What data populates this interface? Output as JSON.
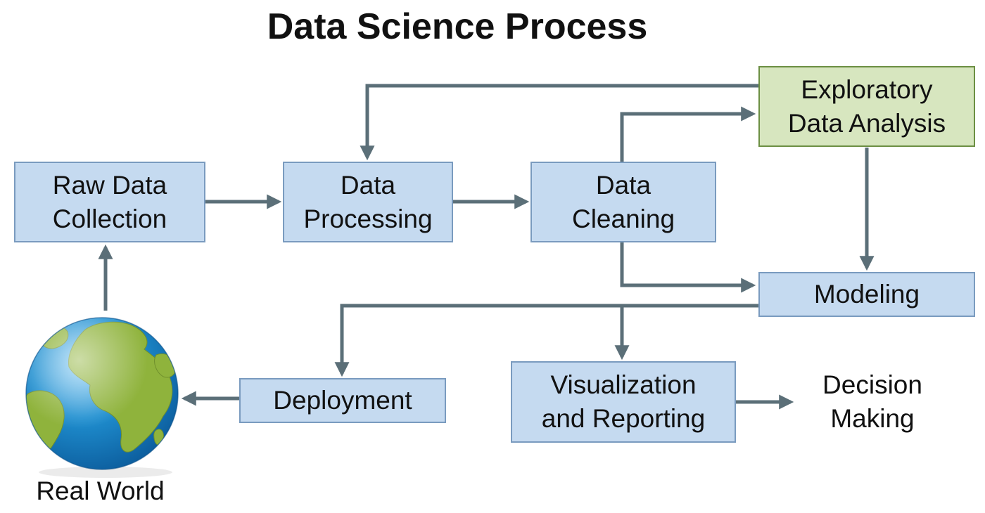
{
  "title": "Data Science Process",
  "nodes": {
    "raw_data_collection": {
      "lines": [
        "Raw Data",
        "Collection"
      ]
    },
    "data_processing": {
      "lines": [
        "Data",
        "Processing"
      ]
    },
    "data_cleaning": {
      "lines": [
        "Data",
        "Cleaning"
      ]
    },
    "exploratory_data_analysis": {
      "lines": [
        "Exploratory",
        "Data Analysis"
      ]
    },
    "modeling": {
      "lines": [
        "Modeling"
      ]
    },
    "deployment": {
      "lines": [
        "Deployment"
      ]
    },
    "visualization_reporting": {
      "lines": [
        "Visualization",
        "and Reporting"
      ]
    },
    "decision_making": {
      "lines": [
        "Decision",
        "Making"
      ]
    },
    "real_world": {
      "label": "Real World"
    }
  },
  "edges": [
    {
      "from": "Real World",
      "to": "Raw Data Collection"
    },
    {
      "from": "Raw Data Collection",
      "to": "Data Processing"
    },
    {
      "from": "Data Processing",
      "to": "Data Cleaning"
    },
    {
      "from": "Data Cleaning",
      "to": "Exploratory Data Analysis"
    },
    {
      "from": "Exploratory Data Analysis",
      "to": "Data Processing"
    },
    {
      "from": "Exploratory Data Analysis",
      "to": "Modeling"
    },
    {
      "from": "Data Cleaning",
      "to": "Modeling"
    },
    {
      "from": "Modeling",
      "to": "Deployment"
    },
    {
      "from": "Modeling",
      "to": "Visualization and Reporting"
    },
    {
      "from": "Deployment",
      "to": "Real World"
    },
    {
      "from": "Visualization and Reporting",
      "to": "Decision Making"
    }
  ],
  "colors": {
    "box_fill": "#c5daf0",
    "box_border": "#7a9bbf",
    "eda_fill": "#d7e6bf",
    "eda_border": "#6c8f43",
    "arrow": "#5b6f78",
    "ocean": "#1f8fd0",
    "land": "#8fb33c"
  },
  "icons": {
    "real_world": "globe-icon"
  }
}
